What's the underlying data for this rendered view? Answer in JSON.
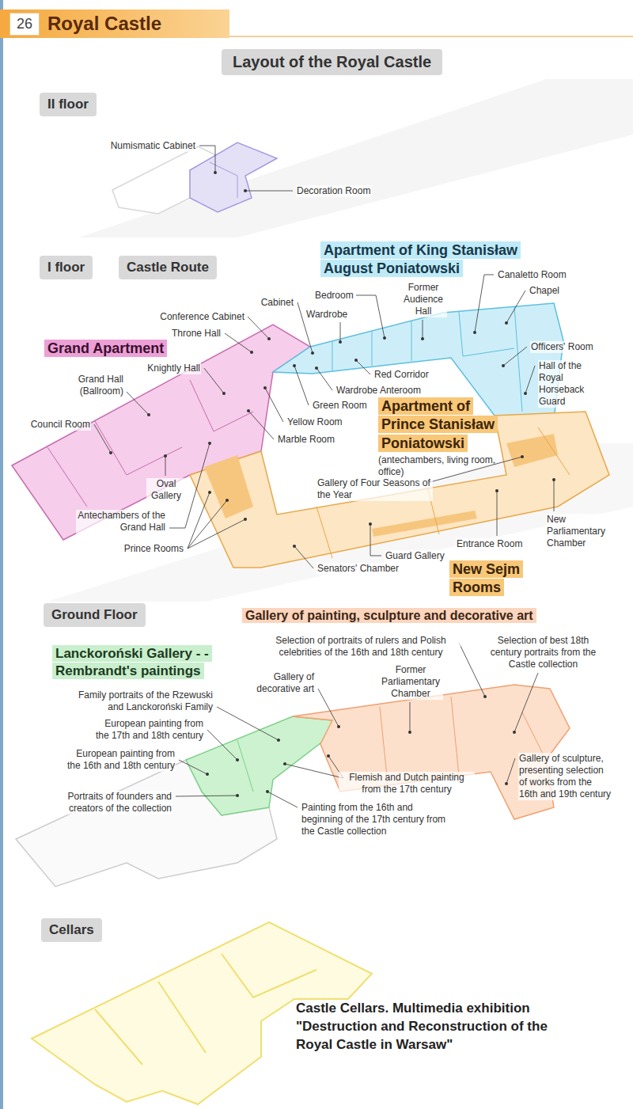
{
  "diagram": {
    "title": "Layout of the Royal Castle",
    "nodes": [
      {
        "text": [
          "26",
          "Royal Castle"
        ]
      },
      {
        "text": [
          "II floor"
        ]
      },
      {
        "text": [
          "I floor"
        ]
      },
      {
        "text": [
          "Castle Route"
        ]
      },
      {
        "text": [
          "Grand Apartment"
        ]
      },
      {
        "text": [
          "Apartment of King Stanisław August Poniatowski"
        ]
      },
      {
        "text": [
          "Apartment of Prince Stanisław Poniatowski",
          "(antechambers, living room, office)"
        ]
      },
      {
        "text": [
          "New Sejm Rooms"
        ]
      },
      {
        "text": [
          "Ground Floor"
        ]
      },
      {
        "text": [
          "Gallery of painting, sculpture and decorative art"
        ]
      },
      {
        "text": [
          "Lanckoroński Gallery - - Rembrandt's paintings"
        ]
      },
      {
        "text": [
          "Cellars"
        ]
      }
    ],
    "labels": [
      "Numismatic Cabinet",
      "Decoration Room",
      "Cabinet",
      "Bedroom",
      "Former Audience Hall",
      "Canaletto Room",
      "Chapel",
      "Conference Cabinet",
      "Throne Hall",
      "Wardrobe",
      "Knightly Hall",
      "Red Corridor",
      "Officers' Room",
      "Hall of the Royal Horseback Guard",
      "Grand Hall (Ballroom)",
      "Wardrobe Anteroom",
      "Green Room",
      "Council Room",
      "Yellow Room",
      "Marble Room",
      "Oval Gallery",
      "Antechambers of the Grand Hall",
      "Gallery of Four Seasons of the Year",
      "Prince Rooms",
      "Guard Gallery",
      "Entrance Room",
      "New Parliamentary Chamber",
      "Senators' Chamber",
      "Selection of portraits of rulers and Polish celebrities of the 16th and 18th century",
      "Selection of best 18th century portraits from the Castle collection",
      "Gallery of decorative art",
      "Former Parliamentary Chamber",
      "Family portraits of the Rzewuski and Lanckoroński Family",
      "European painting from the 17th and 18th century",
      "European painting from the 16th and 18th century",
      "Flemish and Dutch painting from the 17th century",
      "Gallery of sculpture, presenting selection of works from the 16th and 19th century",
      "Portraits of founders and creators of the collection",
      "Painting from the 16th and beginning of the 17th century from the Castle collection",
      "Castle Cellars. Multimedia exhibition \"Destruction and Reconstruction of the Royal Castle in Warsaw\""
    ]
  }
}
